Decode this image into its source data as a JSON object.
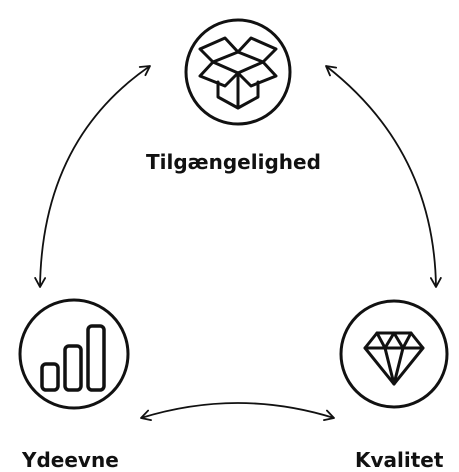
{
  "diagram": {
    "nodes": [
      {
        "id": "top",
        "label": "Tilgængelighed",
        "icon": "open-box-icon"
      },
      {
        "id": "left",
        "label": "Ydeevne",
        "icon": "bar-chart-icon"
      },
      {
        "id": "right",
        "label": "Kvalitet",
        "icon": "diamond-icon"
      }
    ],
    "connections": [
      {
        "from": "top",
        "to": "left",
        "type": "bidirectional"
      },
      {
        "from": "top",
        "to": "right",
        "type": "bidirectional"
      },
      {
        "from": "left",
        "to": "right",
        "type": "bidirectional"
      }
    ],
    "colors": {
      "stroke": "#111111",
      "background": "#ffffff"
    }
  }
}
